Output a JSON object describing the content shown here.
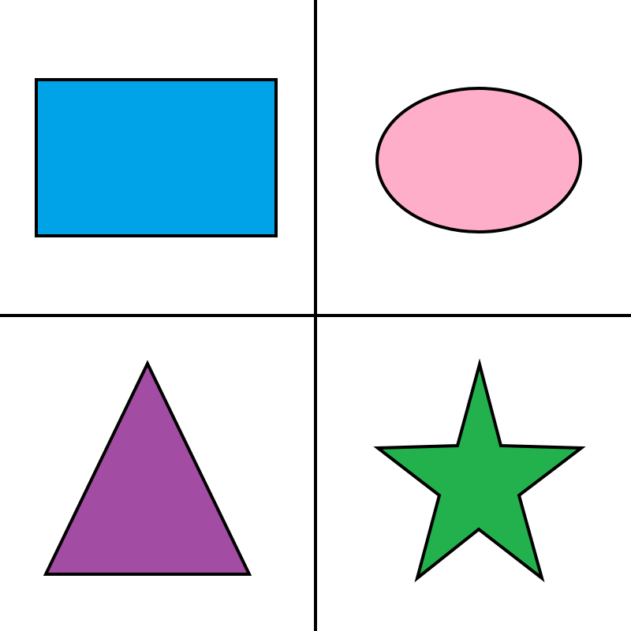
{
  "canvas": {
    "background": "#ffffff",
    "divider_color": "#000000"
  },
  "shapes": [
    {
      "id": "rectangle",
      "quadrant": "top-left",
      "fill": "#00a2e8",
      "stroke": "#000000"
    },
    {
      "id": "ellipse",
      "quadrant": "top-right",
      "fill": "#ffaec9",
      "stroke": "#000000"
    },
    {
      "id": "triangle",
      "quadrant": "bottom-left",
      "fill": "#a24ca3",
      "stroke": "#000000"
    },
    {
      "id": "star",
      "quadrant": "bottom-right",
      "fill": "#22b14c",
      "stroke": "#000000"
    }
  ]
}
